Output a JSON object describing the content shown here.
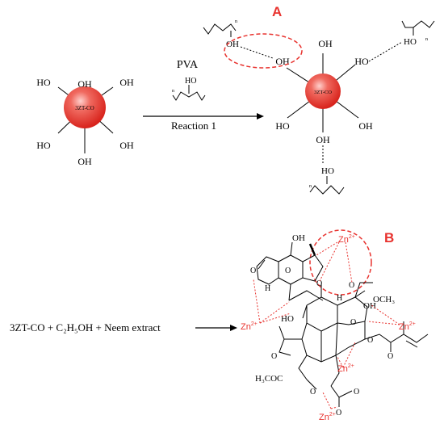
{
  "panel_a": {
    "label": "A",
    "particle_label": "3ZT-CO",
    "hydroxyl": "OH",
    "hydroxyl_rev": "HO",
    "reagent": "PVA",
    "reaction": "Reaction 1",
    "repeat_n": "n"
  },
  "panel_b": {
    "label": "B",
    "equation": "3ZT-CO + C₂H₅OH + Neem extract",
    "zinc": "Zn",
    "zinc_charge": "2+",
    "methoxy": "OCH₃",
    "acetyl": "H₃COC",
    "oh": "OH",
    "ho": "HO",
    "h": "H",
    "o": "O"
  },
  "colors": {
    "accent": "#e8332f",
    "particle": "#e8332f"
  }
}
